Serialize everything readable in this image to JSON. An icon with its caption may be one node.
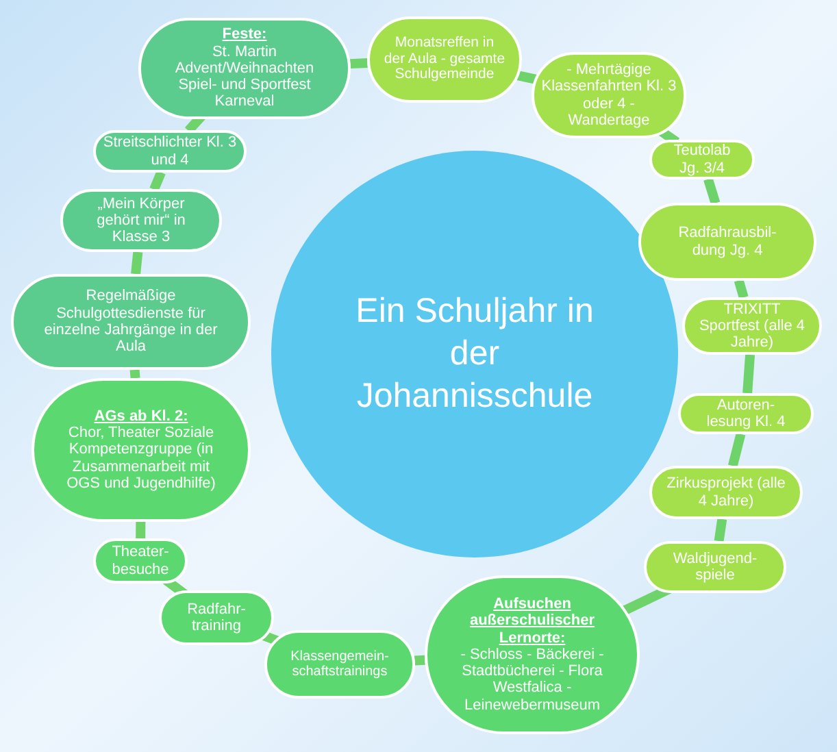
{
  "diagram": {
    "nodes": [
      {
        "text": [
          "Ein Schuljahr in der Johannisschule"
        ]
      },
      {
        "text": [
          "Feste:",
          "St. Martin Advent/Weihnachten Spiel-  und Sportfest Karneval"
        ]
      },
      {
        "text": [
          "Monatsreffen in der Aula - gesamte Schulgemeinde"
        ]
      },
      {
        "text": [
          "- Mehrtägige Klassenfahrten Kl. 3 oder 4 - Wandertage"
        ]
      },
      {
        "text": [
          "Teutolab Jg. 3/4"
        ]
      },
      {
        "text": [
          "Radfahrausbil- dung Jg. 4"
        ]
      },
      {
        "text": [
          "TRIXITT Sportfest (alle 4 Jahre)"
        ]
      },
      {
        "text": [
          "Autoren- lesung Kl. 4"
        ]
      },
      {
        "text": [
          "Zirkusprojekt (alle 4 Jahre)"
        ]
      },
      {
        "text": [
          "Waldjugend- spiele"
        ]
      },
      {
        "text": [
          "Aufsuchen außerschulischer Lernorte:",
          "- Schloss - Bäckerei - Stadtbücherei - Flora Westfalica - Leinewebermuseum"
        ]
      },
      {
        "text": [
          "Klassengemein- schaftstrainings"
        ]
      },
      {
        "text": [
          "Radfahr- training"
        ]
      },
      {
        "text": [
          "Theater- besuche"
        ]
      },
      {
        "text": [
          "AGs ab Kl. 2:",
          "Chor, Theater Soziale Kompetenzgruppe (in Zusammenarbeit mit OGS und Jugendhilfe)"
        ]
      },
      {
        "text": [
          "Regelmäßige Schulgottesdienste für einzelne Jahrgänge in der Aula"
        ]
      },
      {
        "text": [
          "„Mein Körper gehört mir“ in Klasse 3"
        ]
      },
      {
        "text": [
          "Streitschlichter Kl. 3 und 4"
        ]
      }
    ],
    "edges": [
      {
        "from": 1,
        "to": 2,
        "arrow": "none"
      },
      {
        "from": 2,
        "to": 3,
        "arrow": "none"
      },
      {
        "from": 3,
        "to": 4,
        "arrow": "none"
      },
      {
        "from": 4,
        "to": 5,
        "arrow": "none"
      },
      {
        "from": 5,
        "to": 6,
        "arrow": "none"
      },
      {
        "from": 6,
        "to": 7,
        "arrow": "none"
      },
      {
        "from": 7,
        "to": 8,
        "arrow": "none"
      },
      {
        "from": 8,
        "to": 9,
        "arrow": "none"
      },
      {
        "from": 9,
        "to": 10,
        "arrow": "none"
      },
      {
        "from": 10,
        "to": 11,
        "arrow": "none"
      },
      {
        "from": 11,
        "to": 12,
        "arrow": "none"
      },
      {
        "from": 12,
        "to": 13,
        "arrow": "none"
      },
      {
        "from": 13,
        "to": 14,
        "arrow": "none"
      },
      {
        "from": 14,
        "to": 15,
        "arrow": "none"
      },
      {
        "from": 15,
        "to": 16,
        "arrow": "none"
      },
      {
        "from": 16,
        "to": 17,
        "arrow": "none"
      },
      {
        "from": 17,
        "to": 1,
        "arrow": "none"
      }
    ]
  }
}
